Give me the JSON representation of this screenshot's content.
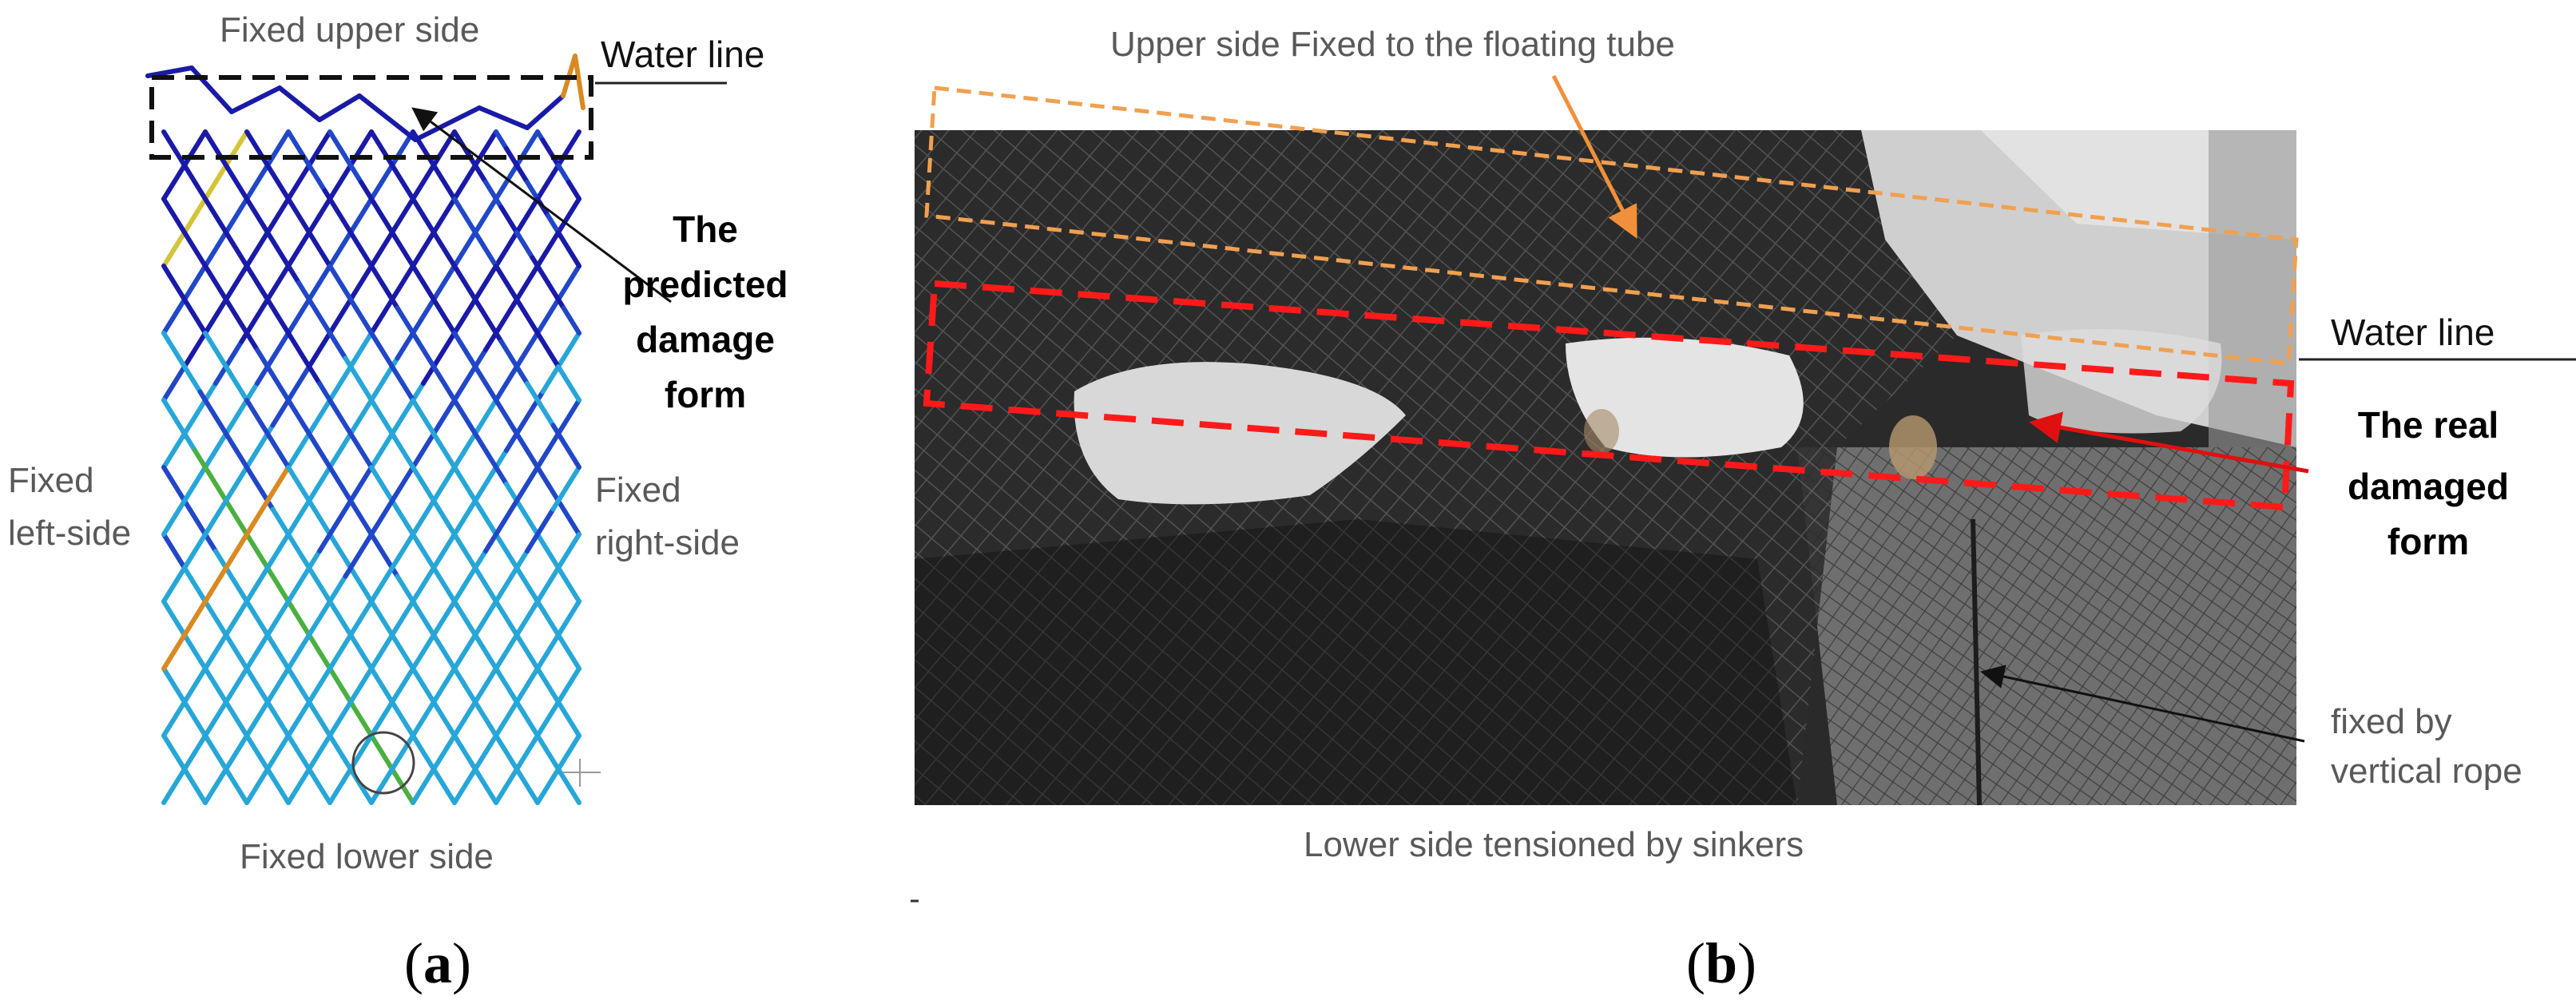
{
  "panel_a": {
    "labels": {
      "fixed_upper_side": "Fixed upper side",
      "water_line": "Water line",
      "predicted_line1": "The",
      "predicted_line2": "predicted",
      "predicted_line3": "damage",
      "predicted_line4": "form",
      "fixed_left_1": "Fixed",
      "fixed_left_2": "left-side",
      "fixed_right_1": "Fixed",
      "fixed_right_2": "right-side",
      "fixed_lower_side": "Fixed lower side"
    },
    "caption_open": "(",
    "caption_letter": "a",
    "caption_close": ")",
    "mesh_colors": {
      "dark_blue": "#1a1aa8",
      "mid_blue": "#2147c8",
      "cyan": "#27a6d8",
      "yellow": "#d4c43a",
      "orange": "#d98a22",
      "green": "#4ab040"
    }
  },
  "panel_b": {
    "labels": {
      "upper_side": "Upper side Fixed to the floating tube",
      "water_line": "Water line",
      "real_line1": "The real",
      "real_line2": "damaged",
      "real_line3": "form",
      "fixed_by_1": "fixed by",
      "fixed_by_2": "vertical rope",
      "lower_side": "Lower side tensioned by sinkers"
    },
    "caption_open": "(",
    "caption_letter": "b",
    "caption_close": ")",
    "colors": {
      "orange_box": "#f0a050",
      "red_box": "#ff0000",
      "orange_arrow": "#f0903a"
    }
  }
}
